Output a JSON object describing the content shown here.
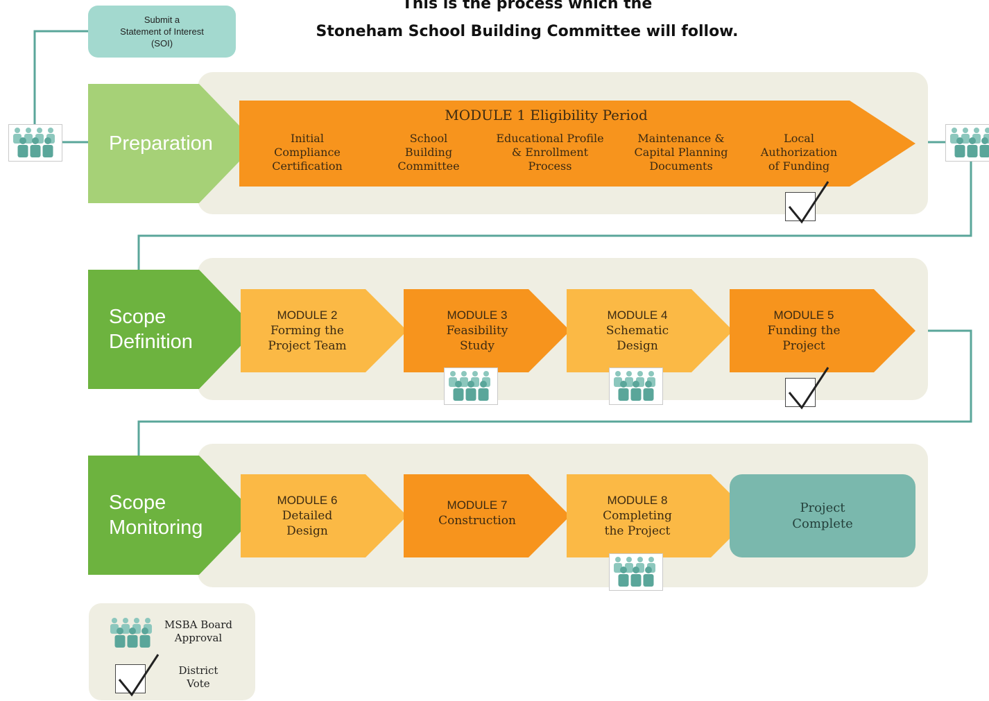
{
  "heading": {
    "line1": "This is the process which the",
    "line2": "Stoneham School Building Committee will follow."
  },
  "soi": {
    "text": "Submit a\nStatement of Interest\n(SOI)"
  },
  "phases": [
    {
      "label": "Preparation",
      "color": "#a6d177"
    },
    {
      "label": "Scope\nDefinition",
      "color": "#6db33f"
    },
    {
      "label": "Scope\nMonitoring",
      "color": "#6db33f"
    }
  ],
  "module1": {
    "title": "MODULE 1  Eligibility Period",
    "steps": [
      "Initial\nCompliance\nCertification",
      "School\nBuilding\nCommittee",
      "Educational Profile\n& Enrollment\nProcess",
      "Maintenance &\nCapital Planning\nDocuments",
      "Local\nAuthorization\nof Funding"
    ]
  },
  "modules": [
    {
      "head": "MODULE 2",
      "body": "Forming the\nProject Team"
    },
    {
      "head": "MODULE 3",
      "body": "Feasibility\nStudy"
    },
    {
      "head": "MODULE 4",
      "body": "Schematic\nDesign"
    },
    {
      "head": "MODULE 5",
      "body": "Funding the\nProject"
    },
    {
      "head": "MODULE 6",
      "body": "Detailed\nDesign"
    },
    {
      "head": "MODULE 7",
      "body": "Construction"
    },
    {
      "head": "MODULE 8",
      "body": "Completing\nthe Project"
    }
  ],
  "complete": {
    "text": "Project\nComplete"
  },
  "legend": {
    "board": "MSBA Board\nApproval",
    "vote": "District\nVote"
  },
  "colors": {
    "light_orange": "#fbb945",
    "dark_orange": "#f7941d",
    "teal": "#5aa69a",
    "teal_box": "#7ab8ad",
    "panel_bg": "#efeee2",
    "light_green": "#a6d177",
    "dark_green": "#6db33f"
  },
  "icons": {
    "board": "msba-board-people-icon",
    "vote": "checkmark-icon"
  }
}
